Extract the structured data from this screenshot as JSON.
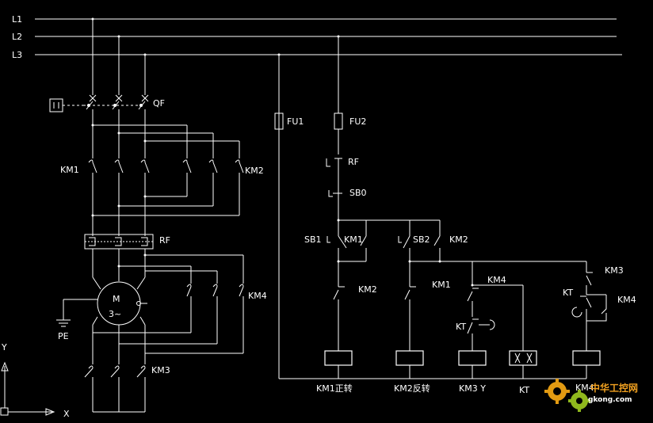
{
  "bus": {
    "l1": "L1",
    "l2": "L2",
    "l3": "L3"
  },
  "power": {
    "qf": "QF",
    "km1": "KM1",
    "km2": "KM2",
    "rf": "RF",
    "motor_m": "M",
    "motor_phase": "3~",
    "pe": "PE",
    "km4": "KM4",
    "km3": "KM3"
  },
  "control": {
    "fu1": "FU1",
    "fu2": "FU2",
    "rf": "RF",
    "sb0": "SB0",
    "sb1": "SB1",
    "sb1_km1": "KM1",
    "sb2": "SB2",
    "sb2_km2": "KM2",
    "interlock_km2": "KM2",
    "interlock_km1": "KM1",
    "branch_km4": "KM4",
    "kt_timed": "KT",
    "kt_right": "KT",
    "km3_contact": "KM3",
    "km4_right": "KM4"
  },
  "coils": {
    "km1": "KM1正转",
    "km2": "KM2反转",
    "km3": "KM3 Y",
    "kt": "KT",
    "km4": "KM4"
  },
  "axes": {
    "x": "X",
    "y": "Y"
  },
  "watermark": {
    "site_name": "中华工控网",
    "site_url": "gkong.com"
  }
}
